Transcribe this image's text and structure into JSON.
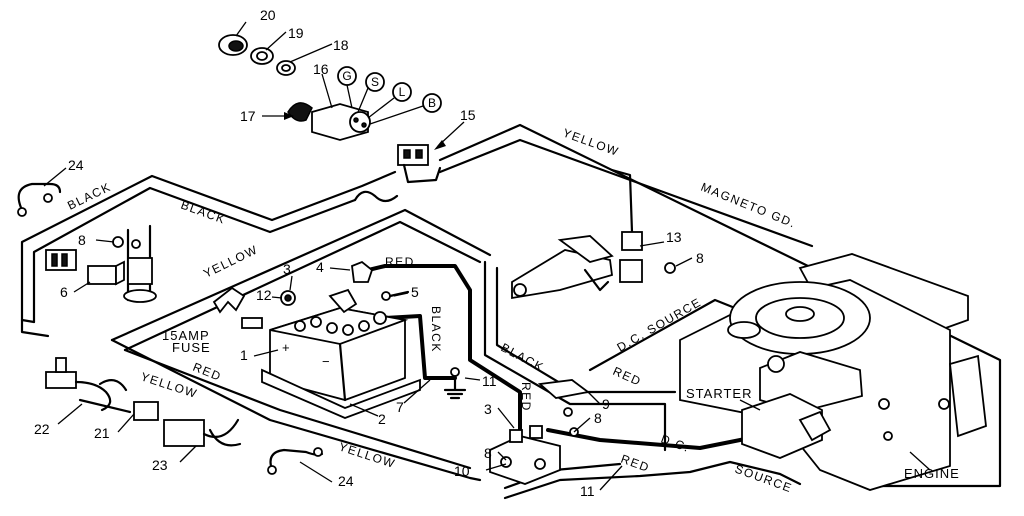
{
  "wire_labels": {
    "black_left": "BLACK",
    "black_top": "BLACK",
    "yellow_left": "YELLOW",
    "yellow_top": "YELLOW",
    "magneto_gd": "MAGNETO GD.",
    "red_battery": "RED",
    "black_battery": "BLACK",
    "red_left": "RED",
    "yellow_lower": "YELLOW",
    "yellow_bottom": "YELLOW",
    "dc_source_upper": "D.C. SOURCE",
    "black_mid": "BLACK",
    "red_mid": "RED",
    "red_solenoid": "RED",
    "red_bottom": "RED",
    "dc_bottom": "D.C.",
    "source_bottom": "SOURCE"
  },
  "component_labels": {
    "fuse_line1": "15AMP",
    "fuse_line2": "FUSE",
    "starter": "STARTER",
    "engine": "ENGINE"
  },
  "ignition_terminals": [
    "G",
    "S",
    "L",
    "B"
  ],
  "part_numbers": {
    "n20": "20",
    "n19": "19",
    "n18": "18",
    "n17": "17",
    "n16": "16",
    "n15": "15",
    "n24a": "24",
    "n24b": "24",
    "n8a": "8",
    "n6": "6",
    "n3a": "3",
    "n4": "4",
    "n5": "5",
    "n12": "12",
    "n1": "1",
    "n2": "2",
    "n7": "7",
    "n11a": "11",
    "n13": "13",
    "n8b": "8",
    "n9": "9",
    "n8c": "8",
    "n3b": "3",
    "n8d": "8",
    "n10": "10",
    "n11b": "11",
    "n22": "22",
    "n21": "21",
    "n23": "23"
  }
}
